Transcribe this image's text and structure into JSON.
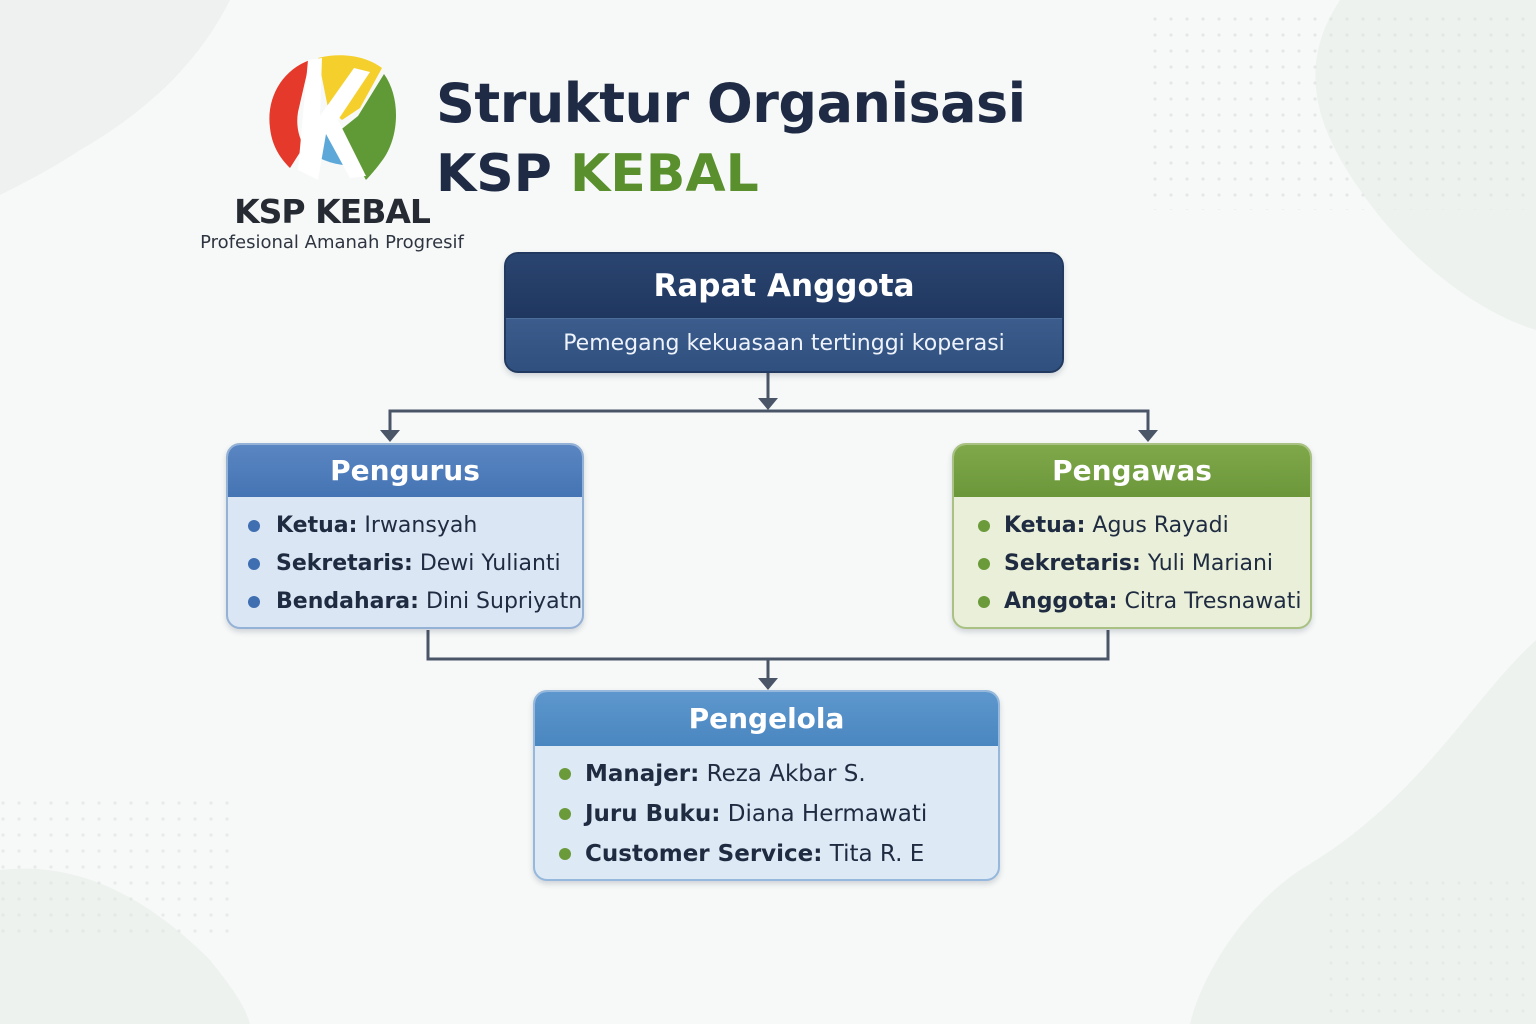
{
  "logo": {
    "name": "KSP KEBAL",
    "tagline": "Profesional Amanah Progresif",
    "colors": {
      "red": "#e4392b",
      "yellow": "#f5cf2c",
      "green": "#5f9a36",
      "blue": "#5ba8d9"
    }
  },
  "title": {
    "line1": "Struktur Organisasi",
    "line2_prefix": "KSP",
    "line2_accent": "KEBAL"
  },
  "rapat": {
    "title": "Rapat Anggota",
    "subtitle": "Pemegang kekuasaan tertinggi koperasi"
  },
  "pengurus": {
    "title": "Pengurus",
    "members": [
      {
        "role": "Ketua:",
        "name": "Irwansyah"
      },
      {
        "role": "Sekretaris:",
        "name": "Dewi Yulianti"
      },
      {
        "role": "Bendahara:",
        "name": "Dini Supriyatni"
      }
    ]
  },
  "pengawas": {
    "title": "Pengawas",
    "members": [
      {
        "role": "Ketua:",
        "name": "Agus Rayadi"
      },
      {
        "role": "Sekretaris:",
        "name": "Yuli Mariani"
      },
      {
        "role": "Anggota:",
        "name": "Citra Tresnawati"
      }
    ]
  },
  "pengelola": {
    "title": "Pengelola",
    "members": [
      {
        "role": "Manajer:",
        "name": "Reza Akbar S."
      },
      {
        "role": "Juru Buku:",
        "name": "Diana Hermawati"
      },
      {
        "role": "Customer Service:",
        "name": "Tita R. E"
      }
    ]
  },
  "colors": {
    "navy": "#1f3760",
    "blue": "#4574b4",
    "green": "#6b973a",
    "connector": "#4a5568"
  }
}
